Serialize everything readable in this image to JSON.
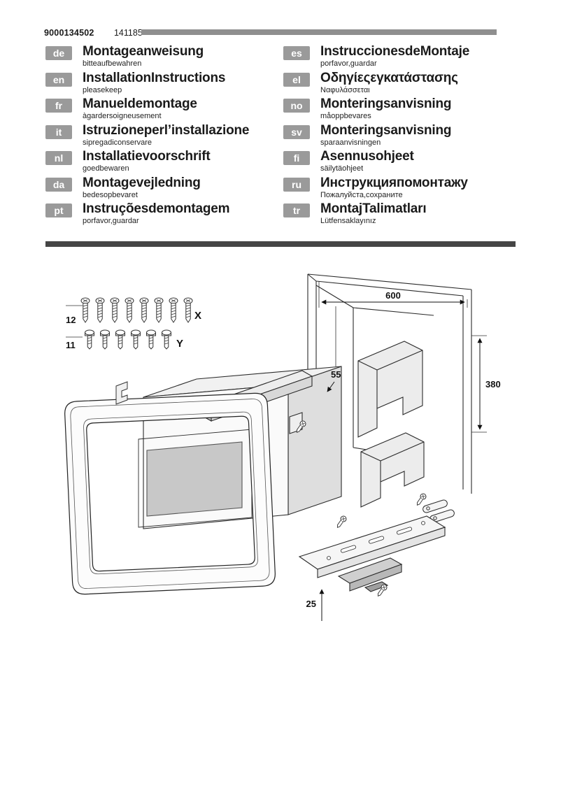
{
  "header": {
    "doc_number": "9000134502",
    "doc_code": "141185",
    "bar_color": "#8f8f8f"
  },
  "languages": {
    "left": [
      {
        "code": "de",
        "title": "Montageanweisung",
        "subtitle": "bitteaufbewahren"
      },
      {
        "code": "en",
        "title": "InstallationInstructions",
        "subtitle": "pleasekeep"
      },
      {
        "code": "fr",
        "title": "Manueldemontage",
        "subtitle": "àgardersoigneusement"
      },
      {
        "code": "it",
        "title": "Istruzioneperl’installazione",
        "subtitle": "sipregadiconservare"
      },
      {
        "code": "nl",
        "title": "Installatievoorschrift",
        "subtitle": "goedbewaren"
      },
      {
        "code": "da",
        "title": "Montagevejledning",
        "subtitle": "bedesopbevaret"
      },
      {
        "code": "pt",
        "title": "Instruçõesdemontagem",
        "subtitle": "porfavor,guardar"
      }
    ],
    "right": [
      {
        "code": "es",
        "title": "InstruccionesdeMontaje",
        "subtitle": "porfavor,guardar"
      },
      {
        "code": "el",
        "title": "Οδηγίεςεγκατάστασης",
        "subtitle": "Ναφυλάσσεται"
      },
      {
        "code": "no",
        "title": "Monteringsanvisning",
        "subtitle": "måoppbevares"
      },
      {
        "code": "sv",
        "title": "Monteringsanvisning",
        "subtitle": "sparaanvisningen"
      },
      {
        "code": "fi",
        "title": "Asennusohjeet",
        "subtitle": "säilytäohjeet"
      },
      {
        "code": "ru",
        "title": "Инструкцияпомонтажу",
        "subtitle": "Пожалуйста,сохраните"
      },
      {
        "code": "tr",
        "title": "MontajTalimatları",
        "subtitle": "Lütfensaklayınız"
      }
    ]
  },
  "divider_color": "#454545",
  "diagram": {
    "screw_row_x": {
      "count": "12",
      "type_label": "X"
    },
    "screw_row_y": {
      "count": "11",
      "type_label": "Y"
    },
    "dimensions": {
      "niche_width_mm": "600",
      "niche_height_mm": "380",
      "top_gap_mm": "55",
      "bottom_gap_mm": "25"
    }
  }
}
